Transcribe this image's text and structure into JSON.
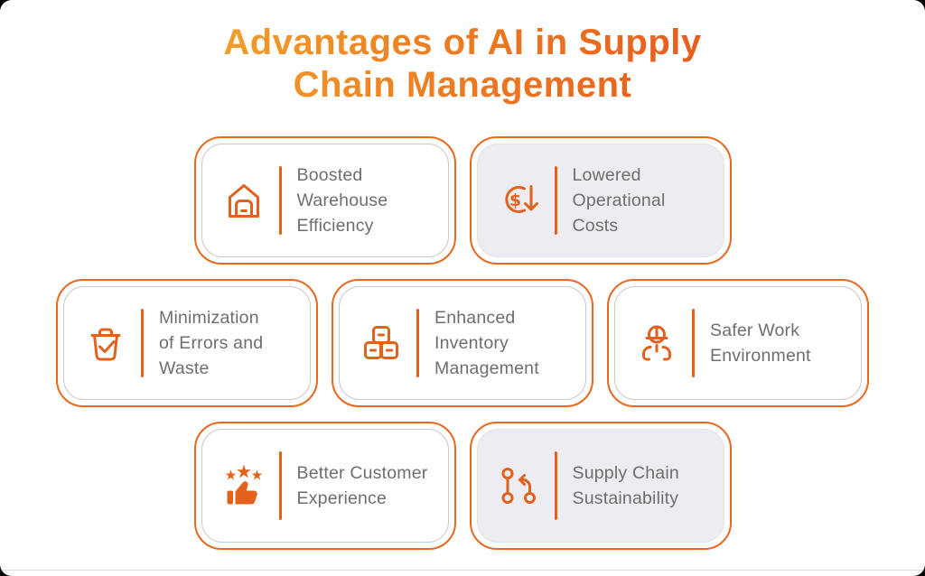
{
  "header": {
    "title": "Advantages of AI in Supply\nChain Management"
  },
  "colors": {
    "accent_orange": "#E8611C",
    "card_border_orange": "#E8681F",
    "title_gradient_start": "#F3A62B",
    "title_gradient_end": "#E7551C",
    "card_inner_border": "#C9C9CF",
    "gray_card_background": "#EDEDF1",
    "label_text": "#6E6E70"
  },
  "cards": [
    {
      "label": "Boosted\nWarehouse\nEfficiency",
      "icon": "warehouse-icon",
      "variant": "white"
    },
    {
      "label": "Lowered\nOperational\nCosts",
      "icon": "money-down-icon",
      "variant": "gray"
    },
    {
      "label": "Minimization\nof Errors and\nWaste",
      "icon": "trash-check-icon",
      "variant": "white"
    },
    {
      "label": "Enhanced\nInventory\nManagement",
      "icon": "boxes-icon",
      "variant": "white"
    },
    {
      "label": "Safer Work\nEnvironment",
      "icon": "worker-icon",
      "variant": "white"
    },
    {
      "label": "Better Customer\nExperience",
      "icon": "thumbs-up-stars-icon",
      "variant": "white"
    },
    {
      "label": "Supply Chain\nSustainability",
      "icon": "git-branch-icon",
      "variant": "gray"
    }
  ]
}
